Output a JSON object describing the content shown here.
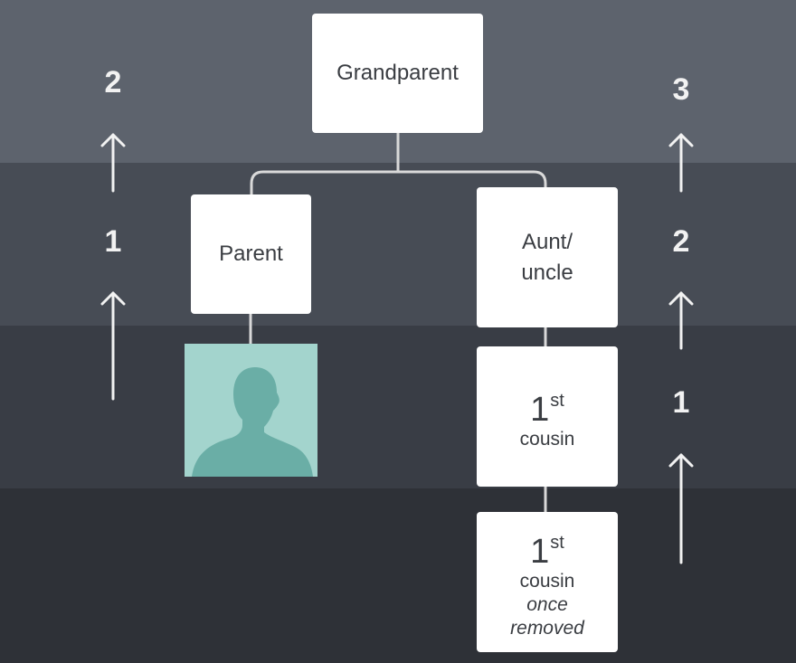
{
  "diagram": {
    "nodes": {
      "grandparent": {
        "label": "Grandparent"
      },
      "parent": {
        "label": "Parent"
      },
      "aunt_uncle": {
        "line1": "Aunt/",
        "line2": "uncle"
      },
      "first_cousin": {
        "number": "1",
        "suffix": "st",
        "text": "cousin"
      },
      "first_cousin_once_removed": {
        "number": "1",
        "suffix": "st",
        "text": "cousin",
        "detail_line1": "once",
        "detail_line2": "removed"
      }
    },
    "self_avatar": {
      "icon": "person-silhouette-icon",
      "color": "#a3d4cd"
    },
    "left_steps": [
      "2",
      "1"
    ],
    "right_steps": [
      "3",
      "2",
      "1"
    ],
    "colors": {
      "band_1": "#5d636d",
      "band_2": "#474c55",
      "band_3": "#393d45",
      "band_4": "#2e3137",
      "connector": "#d9d9d9",
      "arrow": "#f2f2f2"
    }
  }
}
